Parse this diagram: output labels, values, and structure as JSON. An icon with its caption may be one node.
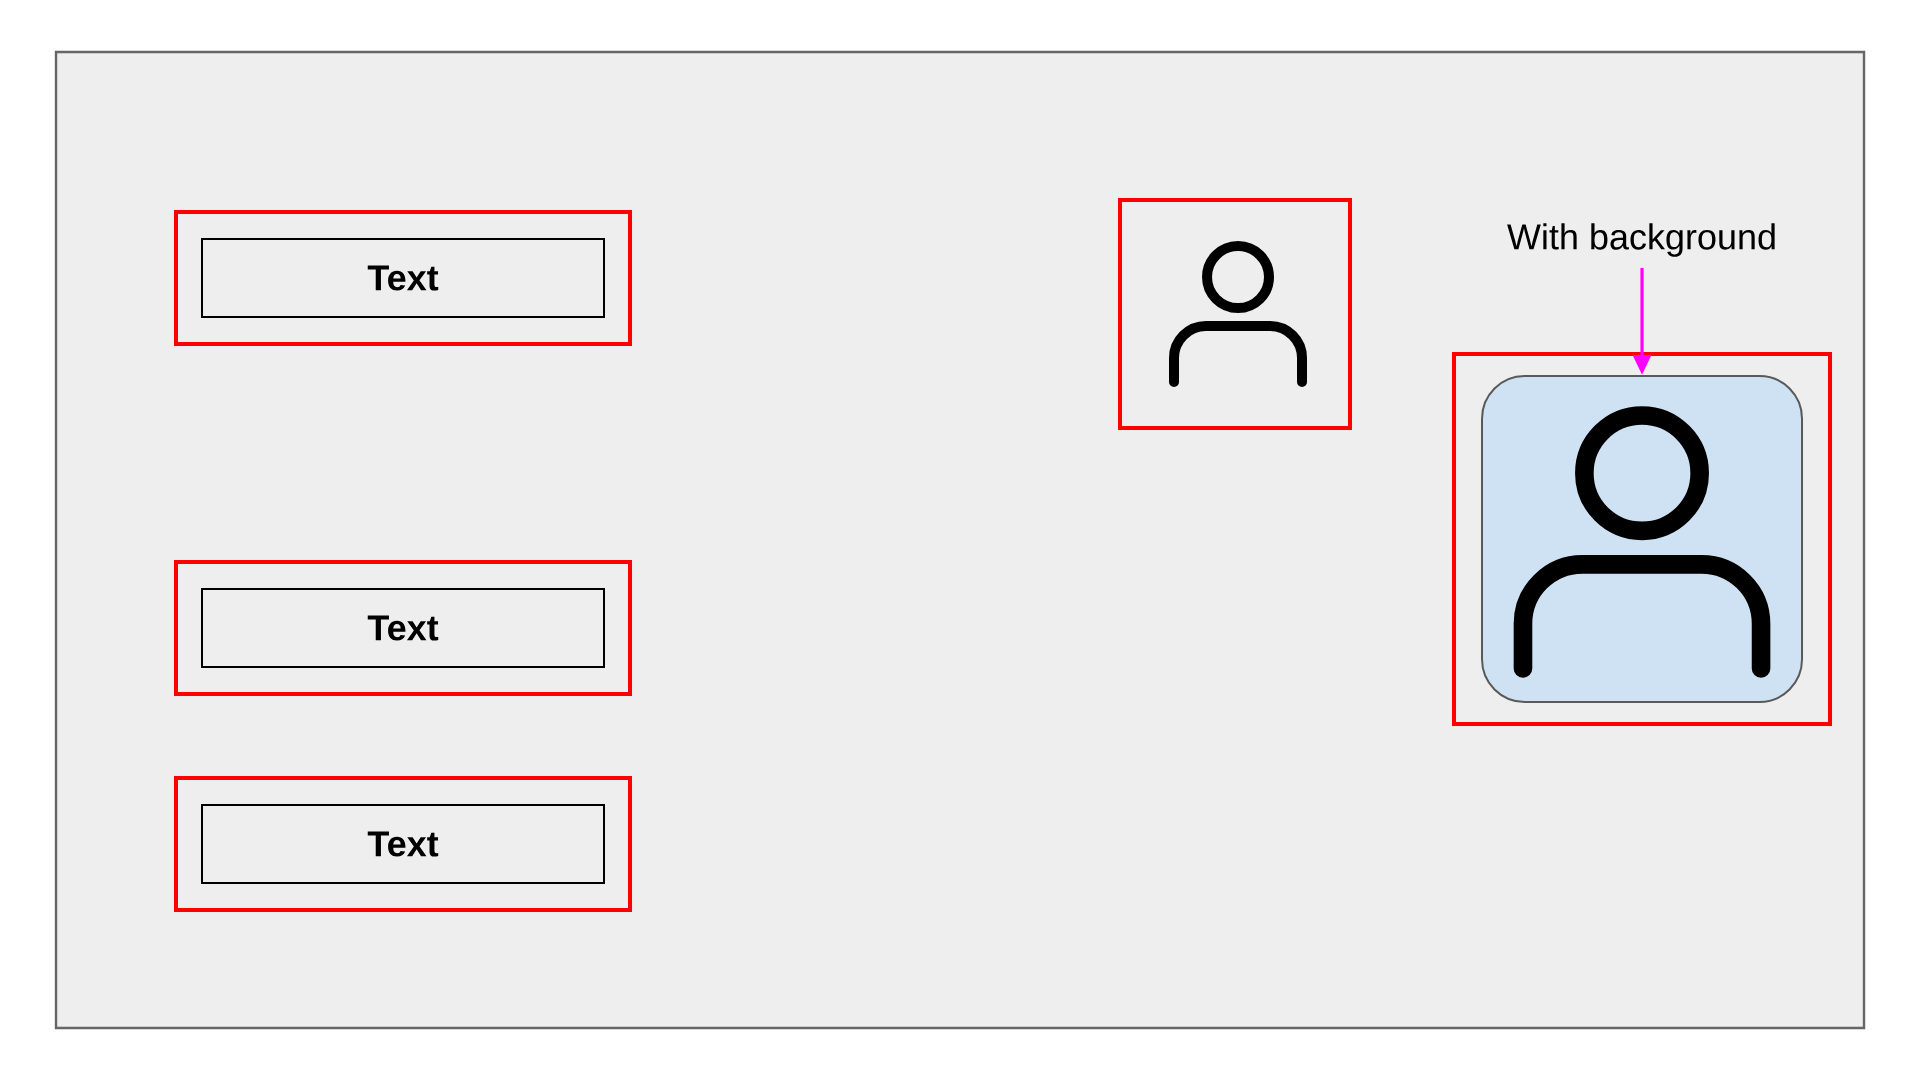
{
  "diagram": {
    "nodes": [
      {
        "text": [],
        "shape": "box"
      },
      {
        "text": [
          "Text"
        ],
        "in": 0
      },
      {
        "text": [],
        "shape": "box"
      },
      {
        "text": [
          "Text"
        ],
        "in": 2
      },
      {
        "text": [],
        "shape": "box"
      },
      {
        "text": [
          "Text"
        ],
        "in": 4
      },
      {
        "text": [],
        "shape": "box"
      },
      {
        "text": [],
        "shape": "person",
        "in": 6
      },
      {
        "text": [
          "With background"
        ]
      },
      {
        "text": [],
        "shape": "box"
      },
      {
        "text": [],
        "shape": "box",
        "in": 9
      },
      {
        "text": [],
        "shape": "person",
        "in": 10
      }
    ],
    "edges": [
      {
        "from": 8,
        "to": 10,
        "arrow": "to",
        "color": "#ff00ff"
      }
    ]
  }
}
